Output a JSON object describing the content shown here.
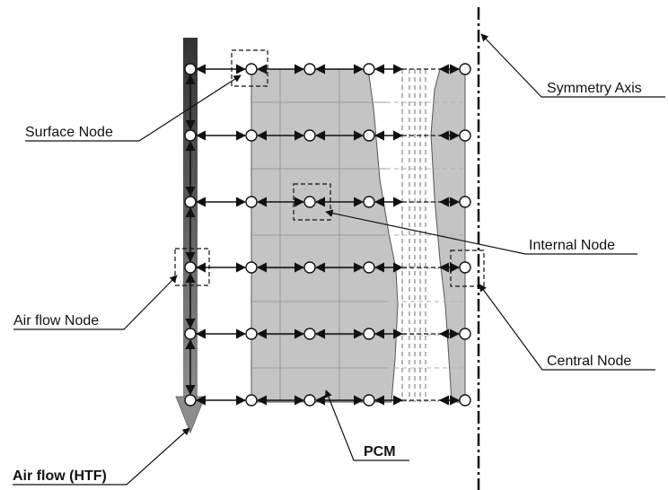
{
  "diagram": {
    "labels": {
      "symmetry_axis": "Symmetry Axis",
      "surface_node": "Surface Node",
      "internal_node": "Internal Node",
      "air_flow_node": "Air flow Node",
      "central_node": "Central Node",
      "pcm": "PCM",
      "air_flow_htf": "Air flow (HTF)"
    },
    "grid": {
      "rows": 6,
      "node_columns": 5
    },
    "colors": {
      "pcm_fill": "#c4c4c4",
      "air_channel_dark": "#3a3a3a",
      "air_channel_light": "#8a8a8a",
      "line": "#111111",
      "grid_line": "#9a9a9a",
      "node_fill": "#ffffff"
    }
  }
}
